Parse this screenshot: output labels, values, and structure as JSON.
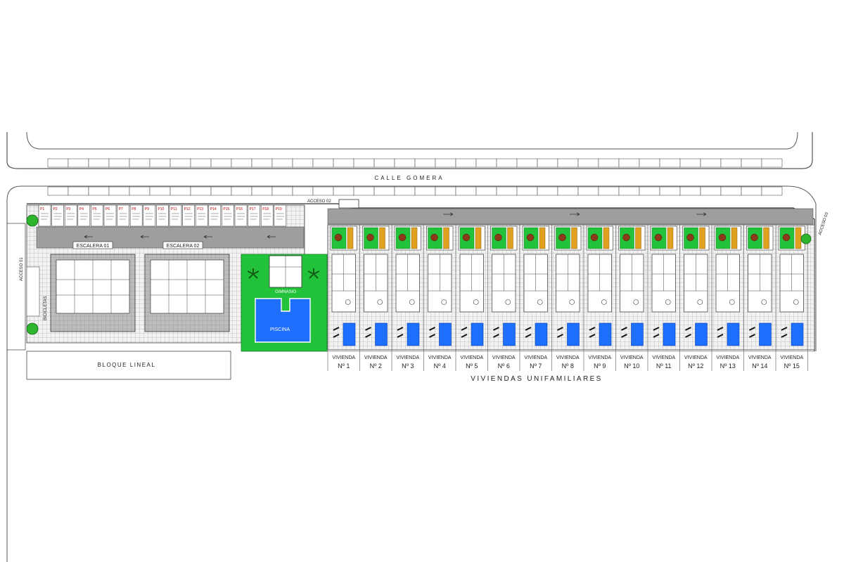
{
  "street": {
    "name": "CALLE GOMERA"
  },
  "access": {
    "a1": "ACCESO 01",
    "a2": "ACCESO 02",
    "a3": "ACCESO 03"
  },
  "labels": {
    "bicicletas": "BICICLETAS",
    "escalera1": "ESCALERA 01",
    "escalera2": "ESCALERA 02",
    "gimnasio": "GIMNASIO",
    "piscina": "PISCINA",
    "bloque": "BLOQUE LINEAL",
    "viviendas_unifamiliares": "VIVIENDAS UNIFAMILIARES"
  },
  "parking_top_row": [
    "P1",
    "P2",
    "P3",
    "P4",
    "P5",
    "P6",
    "P7",
    "P8",
    "P9",
    "P10",
    "P11",
    "P12",
    "P13",
    "P14",
    "P15",
    "P16",
    "P17",
    "P18",
    "P19"
  ],
  "houses": {
    "word": "VIVIENDA",
    "numbers": [
      "Nº 1",
      "Nº 2",
      "Nº 3",
      "Nº 4",
      "Nº 5",
      "Nº 6",
      "Nº 7",
      "Nº 8",
      "Nº 9",
      "Nº 10",
      "Nº 11",
      "Nº 12",
      "Nº 13",
      "Nº 14",
      "Nº 15"
    ]
  },
  "colors": {
    "pool": "#1f6fff",
    "grass": "#22c33a",
    "line": "#555555",
    "paving": "#d9d9d9"
  }
}
